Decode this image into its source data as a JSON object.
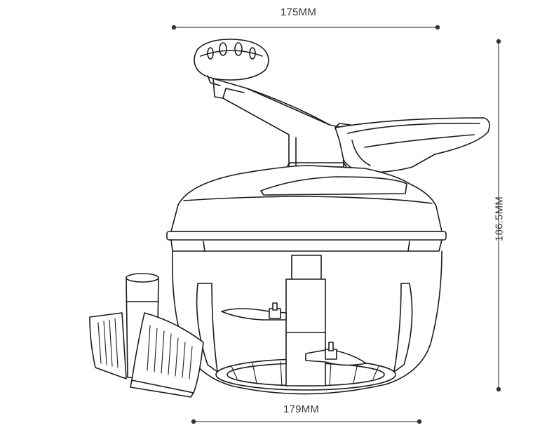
{
  "dimensions": {
    "top_width": "175MM",
    "bottom_width": "179MM",
    "height": "186.5MM"
  },
  "colors": {
    "line": "#1e1a1a",
    "dimension": "#4a4a4a",
    "background": "#ffffff"
  }
}
